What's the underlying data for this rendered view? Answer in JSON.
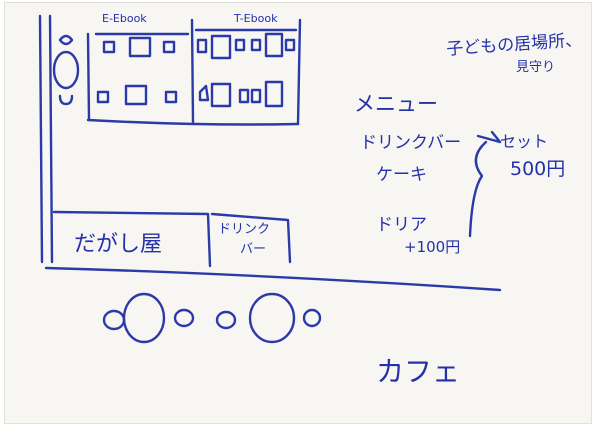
{
  "colors": {
    "ink": "#2b3aa8",
    "paper": "#f7f6f2"
  },
  "labels": {
    "shelf_left": "E-Ebook",
    "shelf_right": "T-Ebook",
    "note_title": "子どもの居場所、",
    "note_sub": "見守り",
    "menu_title": "メニュー",
    "menu_drinkbar": "ドリンクバー",
    "menu_cake": "ケーキ",
    "menu_doria": "ドリア",
    "menu_doria_price": "+100円",
    "set_label": "セット",
    "set_price": "500円",
    "dagashi": "だがし屋",
    "drinkbar_box_1": "ドリンク",
    "drinkbar_box_2": "バー",
    "cafe": "カフェ"
  }
}
